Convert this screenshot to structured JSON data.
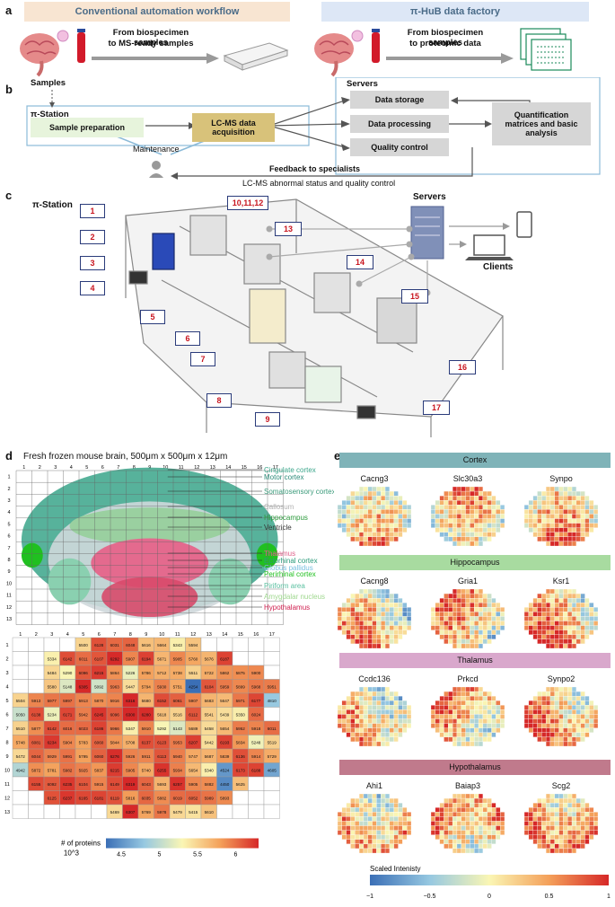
{
  "panel_labels": {
    "a": "a",
    "b": "b",
    "c": "c",
    "d": "d",
    "e": "e"
  },
  "panel_a": {
    "left_banner": "Conventional automation workflow",
    "right_banner": "π-HuB data factory",
    "left_arrow_line1": "From biospecimen samples",
    "left_arrow_line2": "to MS-ready samples",
    "right_arrow_line1": "From biospecimen samples",
    "right_arrow_line2": "to proteomic data"
  },
  "panel_b": {
    "samples": "Samples",
    "station": "π-Station",
    "sample_prep": "Sample preparation",
    "lcms_line1": "LC-MS data",
    "lcms_line2": "acquisition",
    "servers": "Servers",
    "data_storage": "Data storage",
    "data_processing": "Data processing",
    "quality_control": "Quality control",
    "quant_line1": "Quantification",
    "quant_line2": "matrices and basic",
    "quant_line3": "analysis",
    "maintenance": "Maintenance",
    "feedback": "Feedback to specialists",
    "status": "LC-MS abnormal status and quality control"
  },
  "panel_c": {
    "station": "π-Station",
    "servers": "Servers",
    "clients": "Clients",
    "numbers": [
      "1",
      "2",
      "3",
      "4",
      "5",
      "6",
      "7",
      "8",
      "9",
      "10,11,12",
      "13",
      "14",
      "15",
      "16",
      "17"
    ]
  },
  "panel_d": {
    "title": "Fresh frozen mouse brain,  500μm x 500μm x 12μm",
    "col_ticks": [
      "1",
      "2",
      "3",
      "4",
      "5",
      "6",
      "7",
      "8",
      "9",
      "10",
      "11",
      "12",
      "13",
      "14",
      "15",
      "16",
      "17"
    ],
    "row_ticks": [
      "1",
      "2",
      "3",
      "4",
      "5",
      "6",
      "7",
      "8",
      "9",
      "10",
      "11",
      "12",
      "13"
    ],
    "regions": [
      {
        "name": "Cingulate cortex",
        "color": "#3aa58a"
      },
      {
        "name": "Motor cortex",
        "color": "#2a8a78"
      },
      {
        "name": "Somatosensory cortex",
        "color": "#3a9a7a"
      },
      {
        "name": "Callosum",
        "color": "#b0b0b0"
      },
      {
        "name": "Hippocampus",
        "color": "#2c9a3c"
      },
      {
        "name": "Ventricle",
        "color": "#333333"
      },
      {
        "name": "Thalamus",
        "color": "#e0608a"
      },
      {
        "name": "Ectorhinal cortex",
        "color": "#2a9a7a"
      },
      {
        "name": "Globus pallidus",
        "color": "#7ac0e0"
      },
      {
        "name": "Perirhinal cortex",
        "color": "#20c020"
      },
      {
        "name": "Piriform area",
        "color": "#5ac0a0"
      },
      {
        "name": "Amygdalar nucleus",
        "color": "#a0d890"
      },
      {
        "name": "Hypothalamus",
        "color": "#d02050"
      }
    ],
    "legend_title_line1": "# of proteins",
    "legend_title_line2": "10^3",
    "legend_ticks": [
      "4.5",
      "5",
      "5.5",
      "6"
    ]
  },
  "chart_data": {
    "type": "heatmap",
    "title": "",
    "x": [
      "1",
      "2",
      "3",
      "4",
      "5",
      "6",
      "7",
      "8",
      "9",
      "10",
      "11",
      "12",
      "13",
      "14",
      "15",
      "16",
      "17"
    ],
    "y": [
      "1",
      "2",
      "3",
      "4",
      "5",
      "6",
      "7",
      "8",
      "9",
      "10",
      "11",
      "12",
      "13"
    ],
    "colorbar_label": "# of proteins 10^3",
    "colorbar_range": [
      4.3,
      6.3
    ],
    "rows": [
      [
        null,
        null,
        null,
        null,
        5500,
        6128,
        6031,
        6048,
        5616,
        5664,
        5343,
        5594,
        null,
        null,
        null,
        null,
        null
      ],
      [
        null,
        null,
        5334,
        6142,
        6011,
        6107,
        6292,
        5907,
        6194,
        5671,
        5905,
        5760,
        5676,
        6187,
        null,
        null,
        null
      ],
      [
        null,
        null,
        5484,
        5290,
        6096,
        6215,
        5864,
        5226,
        5786,
        5712,
        5738,
        5511,
        5722,
        5862,
        5875,
        5900,
        null
      ],
      [
        null,
        null,
        5580,
        5148,
        6305,
        5092,
        5963,
        5447,
        5794,
        5930,
        5751,
        4254,
        6104,
        5959,
        5899,
        5968,
        5951
      ],
      [
        5504,
        5913,
        5977,
        5997,
        5913,
        5870,
        5916,
        6316,
        5680,
        6152,
        6061,
        5907,
        5683,
        5647,
        5971,
        6177,
        4810
      ],
      [
        5050,
        6138,
        5234,
        6171,
        5942,
        6245,
        6096,
        6300,
        6280,
        5618,
        5516,
        6112,
        5541,
        5439,
        5350,
        6024,
        null
      ],
      [
        5510,
        5877,
        6142,
        6016,
        6023,
        6186,
        5966,
        5347,
        5910,
        5292,
        5143,
        5689,
        5458,
        5654,
        5952,
        5918,
        6011
      ],
      [
        5748,
        6081,
        6234,
        5904,
        5783,
        6060,
        5844,
        5708,
        6137,
        6123,
        5953,
        6207,
        5442,
        6193,
        5834,
        5248,
        5519
      ],
      [
        5472,
        6044,
        5929,
        5991,
        5795,
        6060,
        6276,
        5926,
        5911,
        6113,
        5940,
        5747,
        5687,
        5839,
        6136,
        5914,
        5729
      ],
      [
        4942,
        5872,
        5781,
        5982,
        5925,
        5837,
        6215,
        5905,
        5740,
        6255,
        5934,
        5654,
        5340,
        4524,
        6173,
        6188,
        4605
      ],
      [
        null,
        6155,
        6092,
        6235,
        6104,
        5915,
        6149,
        6319,
        6043,
        5693,
        6257,
        5905,
        5882,
        4450,
        5625,
        null,
        null
      ],
      [
        null,
        null,
        6125,
        6237,
        6165,
        6181,
        6119,
        5816,
        6035,
        5882,
        6019,
        6052,
        5989,
        5893,
        null,
        null,
        null
      ],
      [
        null,
        null,
        null,
        null,
        null,
        null,
        5469,
        6307,
        5769,
        5978,
        5479,
        5415,
        5610,
        null,
        null,
        null,
        null
      ]
    ]
  },
  "panel_e": {
    "groups": [
      {
        "region": "Cortex",
        "color": "#7fb3b8",
        "genes": [
          "Cacng3",
          "Slc30a3",
          "Synpo"
        ]
      },
      {
        "region": "Hippocampus",
        "color": "#a8dba0",
        "genes": [
          "Cacng8",
          "Gria1",
          "Ksr1"
        ]
      },
      {
        "region": "Thalamus",
        "color": "#d9a8cc",
        "genes": [
          "Ccdc136",
          "Prkcd",
          "Synpo2"
        ]
      },
      {
        "region": "Hypothalamus",
        "color": "#c07a8c",
        "genes": [
          "Ahi1",
          "Baiap3",
          "Scg2"
        ]
      }
    ],
    "legend_title": "Scaled Intenisty",
    "legend_ticks": [
      "−1",
      "−0.5",
      "0",
      "0.5",
      "1"
    ]
  }
}
